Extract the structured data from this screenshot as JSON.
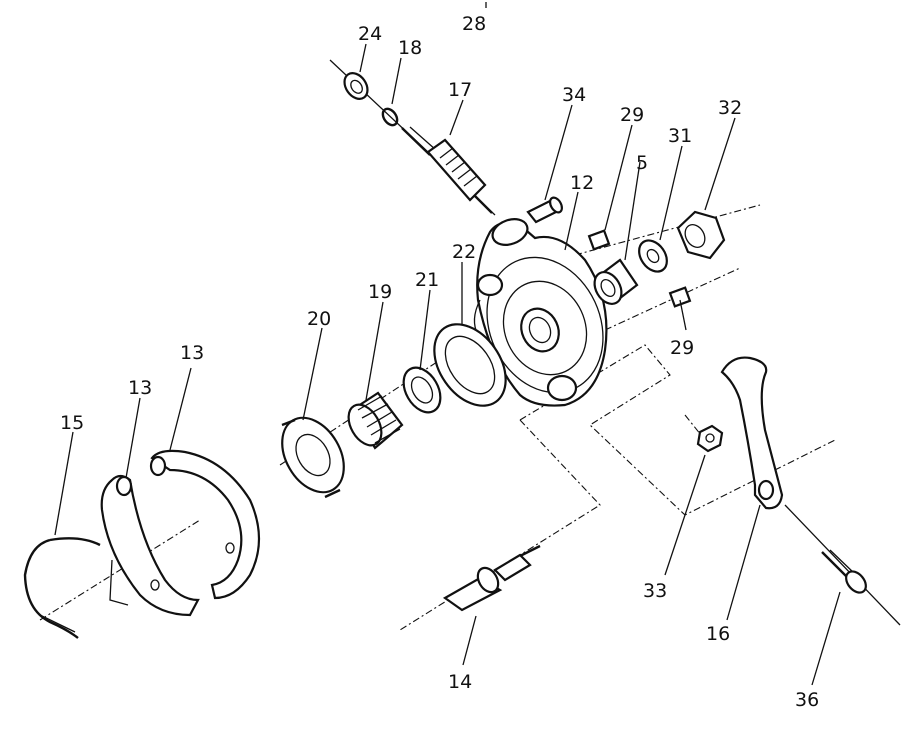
{
  "labels": {
    "l28": "28",
    "l24": "24",
    "l18": "18",
    "l17": "17",
    "l34": "34",
    "l29a": "29",
    "l12": "12",
    "l5": "5",
    "l31": "31",
    "l32": "32",
    "l22": "22",
    "l21": "21",
    "l19": "19",
    "l20": "20",
    "l29b": "29",
    "l13a": "13",
    "l13b": "13",
    "l15": "15",
    "l14": "14",
    "l33": "33",
    "l16": "16",
    "l36": "36"
  }
}
